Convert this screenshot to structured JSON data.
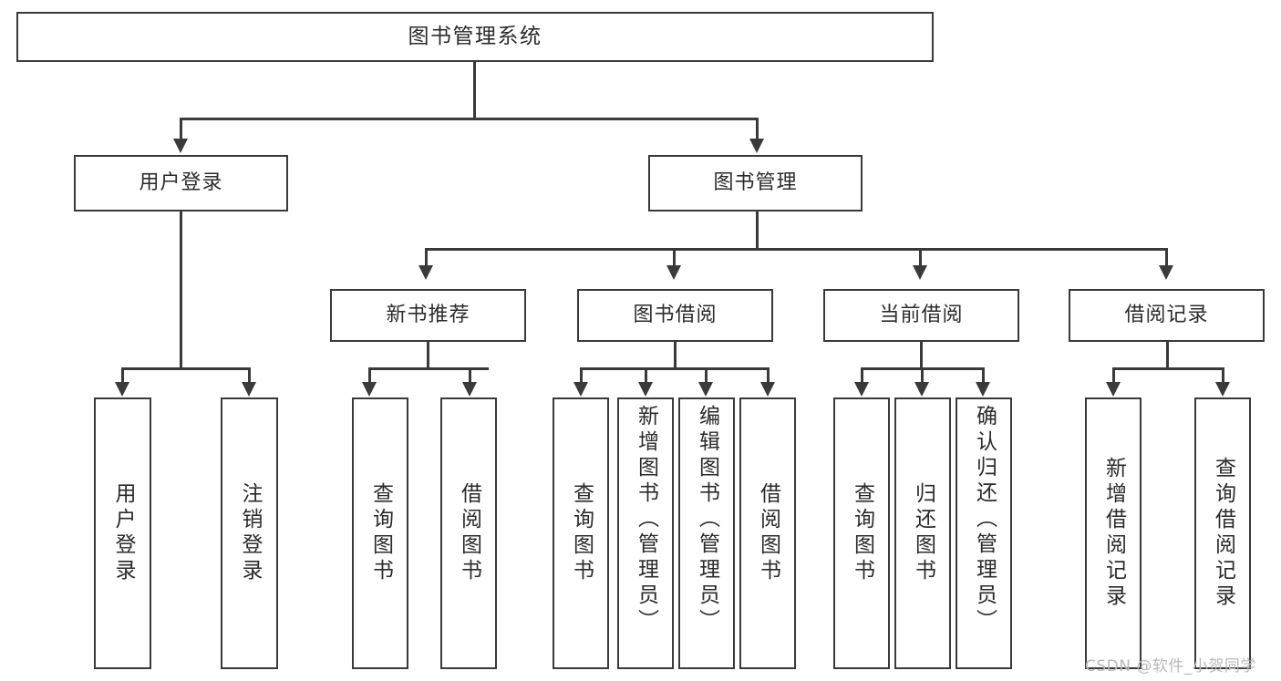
{
  "diagram": {
    "type": "tree-hierarchy",
    "title": "图书管理系统",
    "root": {
      "id": "root",
      "label": "图书管理系统"
    },
    "level2": [
      {
        "id": "user-login",
        "label": "用户登录"
      },
      {
        "id": "book-management",
        "label": "图书管理"
      }
    ],
    "level3": [
      {
        "id": "new-book-recommend",
        "label": "新书推荐",
        "parent": "book-management"
      },
      {
        "id": "book-borrow",
        "label": "图书借阅",
        "parent": "book-management"
      },
      {
        "id": "current-borrow",
        "label": "当前借阅",
        "parent": "book-management"
      },
      {
        "id": "borrow-record",
        "label": "借阅记录",
        "parent": "book-management"
      }
    ],
    "leaves": [
      {
        "id": "leaf-user-login",
        "label": "用户登录",
        "parent": "user-login"
      },
      {
        "id": "leaf-logout-login",
        "label": "注销登录",
        "parent": "user-login"
      },
      {
        "id": "leaf-query-book-1",
        "label": "查询图书",
        "parent": "new-book-recommend"
      },
      {
        "id": "leaf-borrow-book-1",
        "label": "借阅图书",
        "parent": "new-book-recommend"
      },
      {
        "id": "leaf-query-book-2",
        "label": "查询图书",
        "parent": "book-borrow"
      },
      {
        "id": "leaf-add-book",
        "label": "新增图书（管理员）",
        "parent": "book-borrow"
      },
      {
        "id": "leaf-edit-book",
        "label": "编辑图书（管理员）",
        "parent": "book-borrow"
      },
      {
        "id": "leaf-borrow-book-2",
        "label": "借阅图书",
        "parent": "book-borrow"
      },
      {
        "id": "leaf-query-book-3",
        "label": "查询图书",
        "parent": "current-borrow"
      },
      {
        "id": "leaf-return-book",
        "label": "归还图书",
        "parent": "current-borrow"
      },
      {
        "id": "leaf-confirm-return",
        "label": "确认归还（管理员）",
        "parent": "current-borrow"
      },
      {
        "id": "leaf-add-record",
        "label": "新增借阅记录",
        "parent": "borrow-record"
      },
      {
        "id": "leaf-query-record",
        "label": "查询借阅记录",
        "parent": "borrow-record"
      }
    ]
  },
  "watermark": {
    "text": "CSDN @软件_小贺同学"
  },
  "colors": {
    "stroke": "#3a3a3a",
    "text": "#2b2b2b",
    "background": "#ffffff",
    "watermark": "#b9b9b9"
  }
}
